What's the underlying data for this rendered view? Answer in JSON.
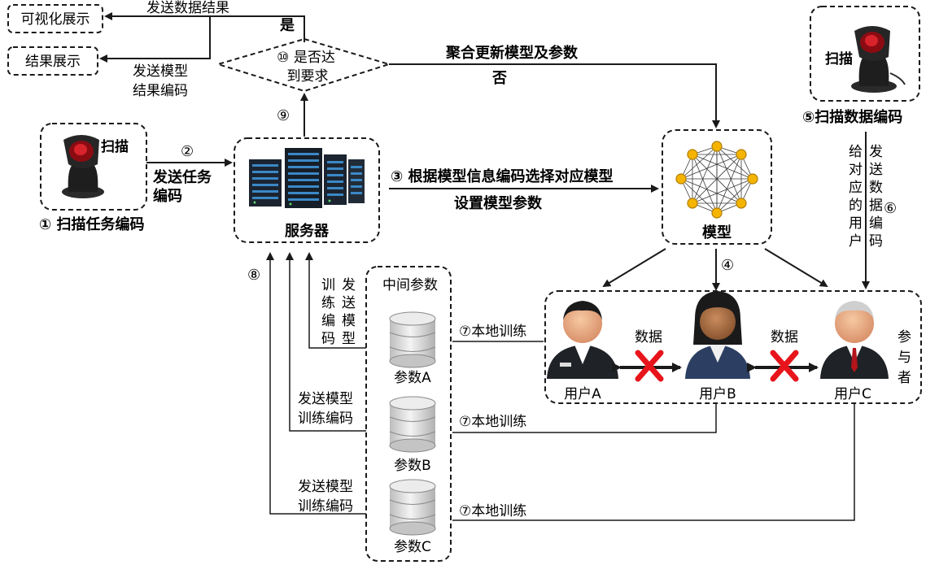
{
  "boxes": {
    "viz": "可视化展示",
    "result": "结果展示",
    "decision_l1": "⑩ 是否达",
    "decision_l2": "到要求",
    "yes": "是",
    "no": "否",
    "scanner_left_label": "扫描",
    "scanner_right_label": "扫描",
    "server": "服务器",
    "model": "模型",
    "intermediate": "中间参数",
    "participants_side": "参与者"
  },
  "steps": {
    "s1": "① 扫描任务编码",
    "s2_num": "②",
    "s2_l1": "发送任务",
    "s2_l2": "编码",
    "s3": "③ 根据模型信息编码选择对应模型",
    "s3_sub": "设置模型参数",
    "s4": "④",
    "s5": "⑤扫描数据编码",
    "s6_num": "⑥",
    "s6_col1": "给对应的用户",
    "s6_col2": "发送数据编码",
    "s7": "⑦本地训练",
    "s8": "⑧",
    "s9": "⑨",
    "send_data_result": "发送数据结果",
    "send_model_l1": "发送模型",
    "send_model_l2": "结果编码",
    "aggregate": "聚合更新模型及参数",
    "train_col1": "训练编码",
    "train_col2": "发送模型",
    "train_send_l1": "发送模型",
    "train_send_l2": "训练编码"
  },
  "users": {
    "a": "用户A",
    "b": "用户B",
    "c": "用户C",
    "data": "数据"
  },
  "params": {
    "a": "参数A",
    "b": "参数B",
    "c": "参数C"
  },
  "colors": {
    "line": "#1a1a1a",
    "cross": "#e8141b",
    "node": "#f5b400",
    "disk": "#d9d9d9"
  }
}
